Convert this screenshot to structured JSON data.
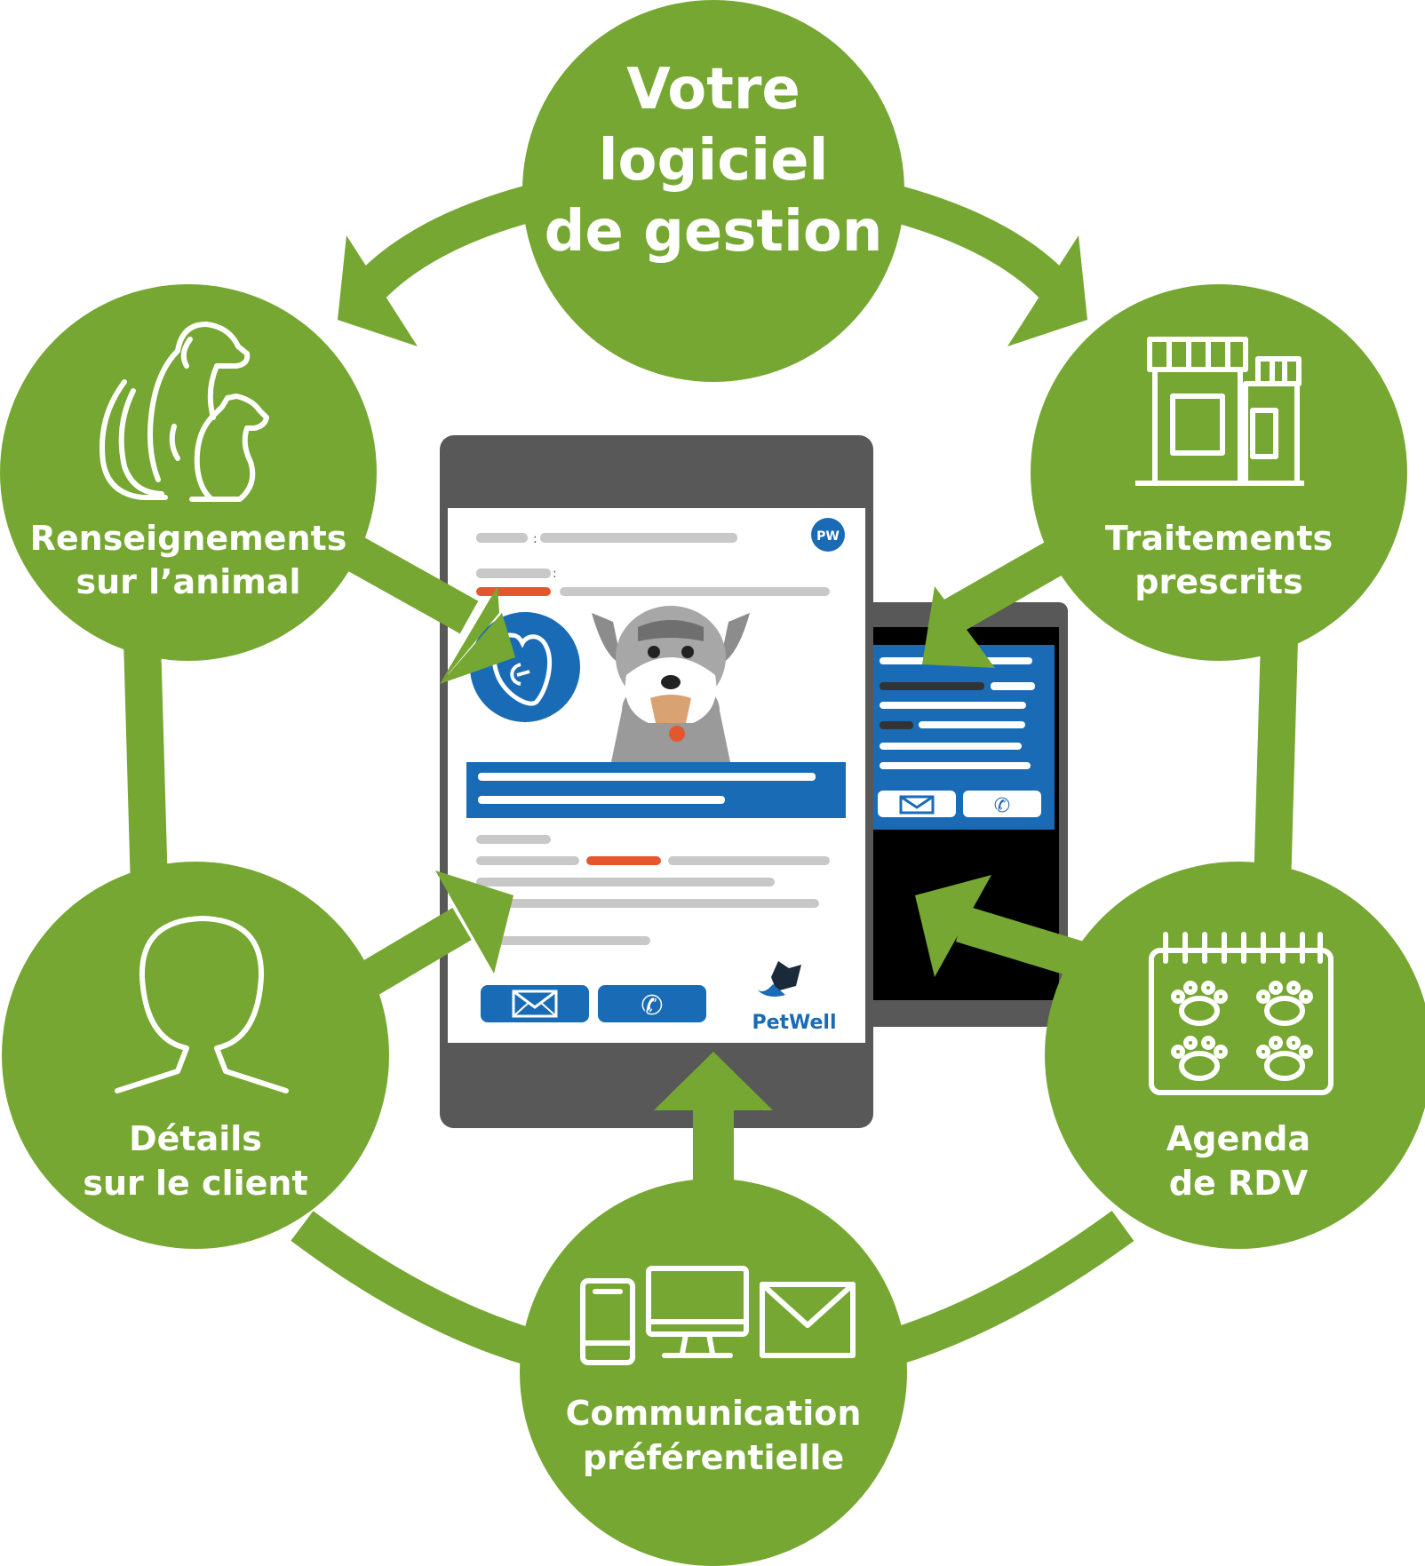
{
  "colors": {
    "green": "#76a732",
    "blue": "#1a6bb5",
    "orange": "#e4572e",
    "gray_frame": "#585858",
    "bar_gray": "#c8c8c8"
  },
  "hub": {
    "title_line1": "Votre",
    "title_line2": "logiciel",
    "title_line3": "de gestion"
  },
  "nodes": [
    {
      "icon": "pets-icon",
      "line1": "Renseignements",
      "line2": "sur l’animal"
    },
    {
      "icon": "medicine-bottles-icon",
      "line1": "Traitements",
      "line2": "prescrits"
    },
    {
      "icon": "person-icon",
      "line1": "Détails",
      "line2": "sur le client"
    },
    {
      "icon": "paw-calendar-icon",
      "line1": "Agenda",
      "line2": "de RDV"
    },
    {
      "icon": "devices-icon",
      "line1": "Communication",
      "line2": "préférentielle"
    }
  ],
  "tablet": {
    "badge": "PW",
    "logo_text": "PetWell",
    "separator": ":"
  }
}
